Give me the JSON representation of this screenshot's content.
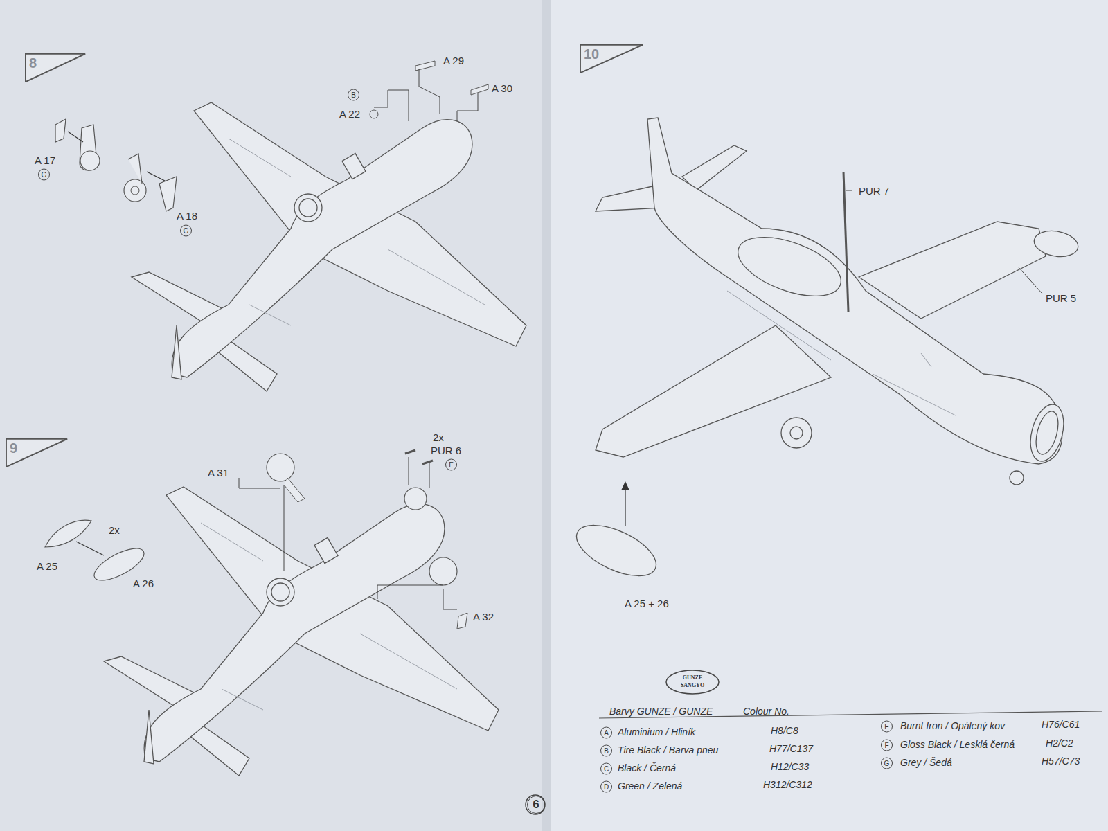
{
  "diagram": {
    "nodes": [
      {
        "text": [
          "8"
        ]
      },
      {
        "text": [
          "9"
        ]
      },
      {
        "text": [
          "10"
        ]
      }
    ],
    "labels": [
      "A 29",
      "A 30",
      "B",
      "A 22",
      "A 17",
      "G",
      "A 18",
      "G",
      "A 31",
      "2x",
      "PUR 6",
      "E",
      "2x",
      "A 25",
      "A 26",
      "A 32",
      "PUR 7",
      "PUR 5",
      "A 25 + 26",
      "GUNZE",
      "SANGYO",
      "Barvy GUNZE / GUNZE",
      "Colour No.",
      "A",
      "H8/C8",
      "B",
      "H77/C137",
      "C",
      "H12/C33",
      "D",
      "H312/C312",
      "E",
      "H76/C61",
      "F",
      "H2/C2",
      "G",
      "H57/C73",
      "6"
    ],
    "legend": [
      {
        "text": "Aluminium / Hliník"
      },
      {
        "text": "Tire Black / Barva pneu"
      },
      {
        "text": "Black / Černá"
      },
      {
        "text": "Green / Zelená"
      },
      {
        "text": "Burnt Iron / Opálený kov"
      },
      {
        "text": "Gloss Black / Lesklá černá"
      },
      {
        "text": "Grey / Šedá"
      }
    ]
  }
}
